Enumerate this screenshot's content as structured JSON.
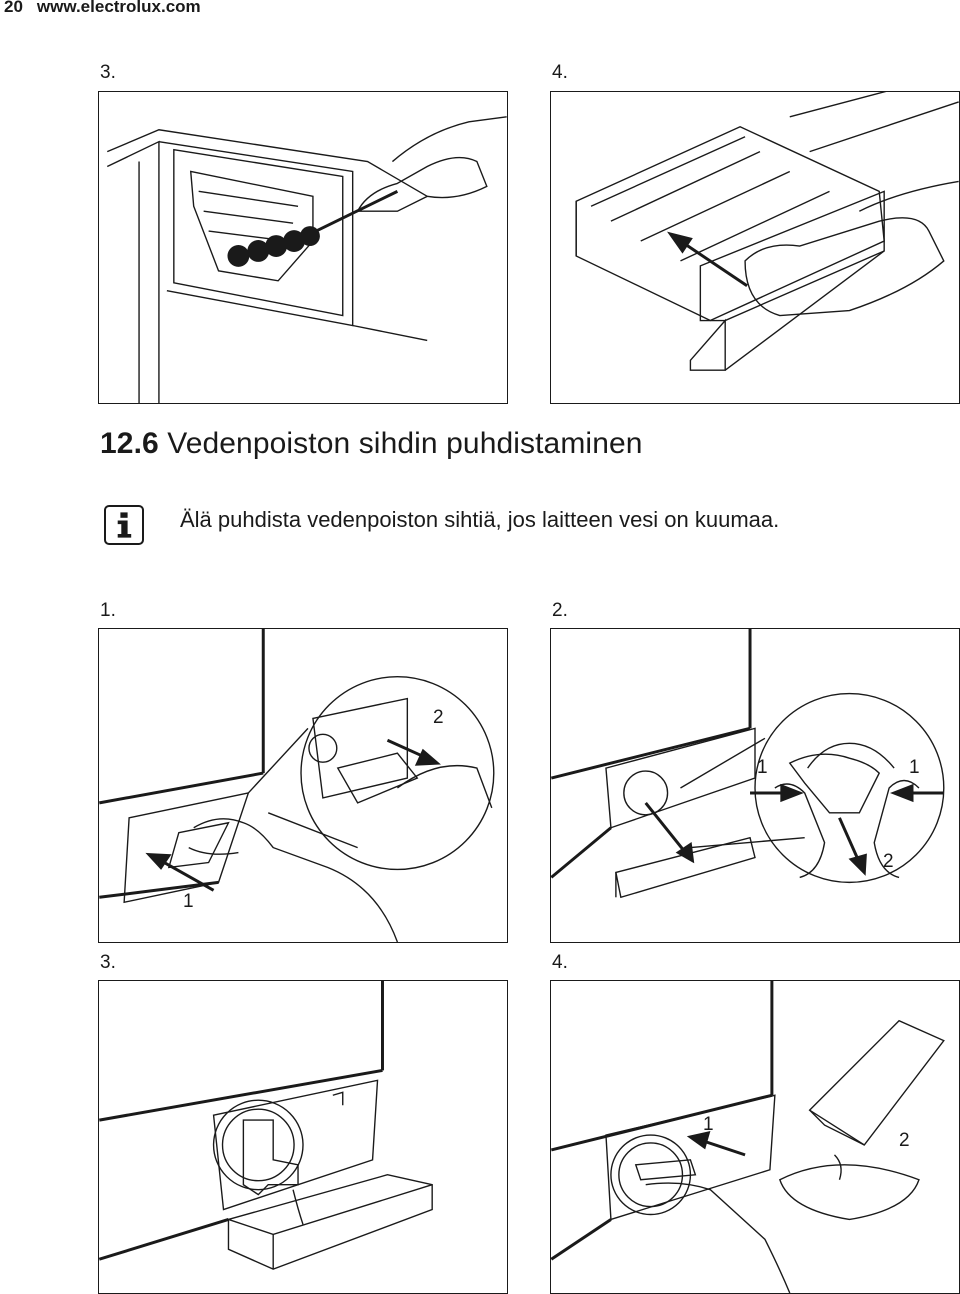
{
  "header": {
    "page_number": "20",
    "url": "www.electrolux.com"
  },
  "top_steps": [
    "3.",
    "4."
  ],
  "section": {
    "number": "12.6",
    "title": "Vedenpoiston sihdin puhdistaminen"
  },
  "info_note": {
    "icon": "info-icon",
    "text": "Älä puhdista vedenpoiston sihtiä, jos laitteen vesi on kuumaa."
  },
  "steps": [
    "1.",
    "2.",
    "3.",
    "4."
  ],
  "callouts": {
    "step1": [
      "2",
      "1"
    ],
    "step2": [
      "1",
      "1",
      "2"
    ],
    "step4": [
      "1",
      "2"
    ]
  }
}
